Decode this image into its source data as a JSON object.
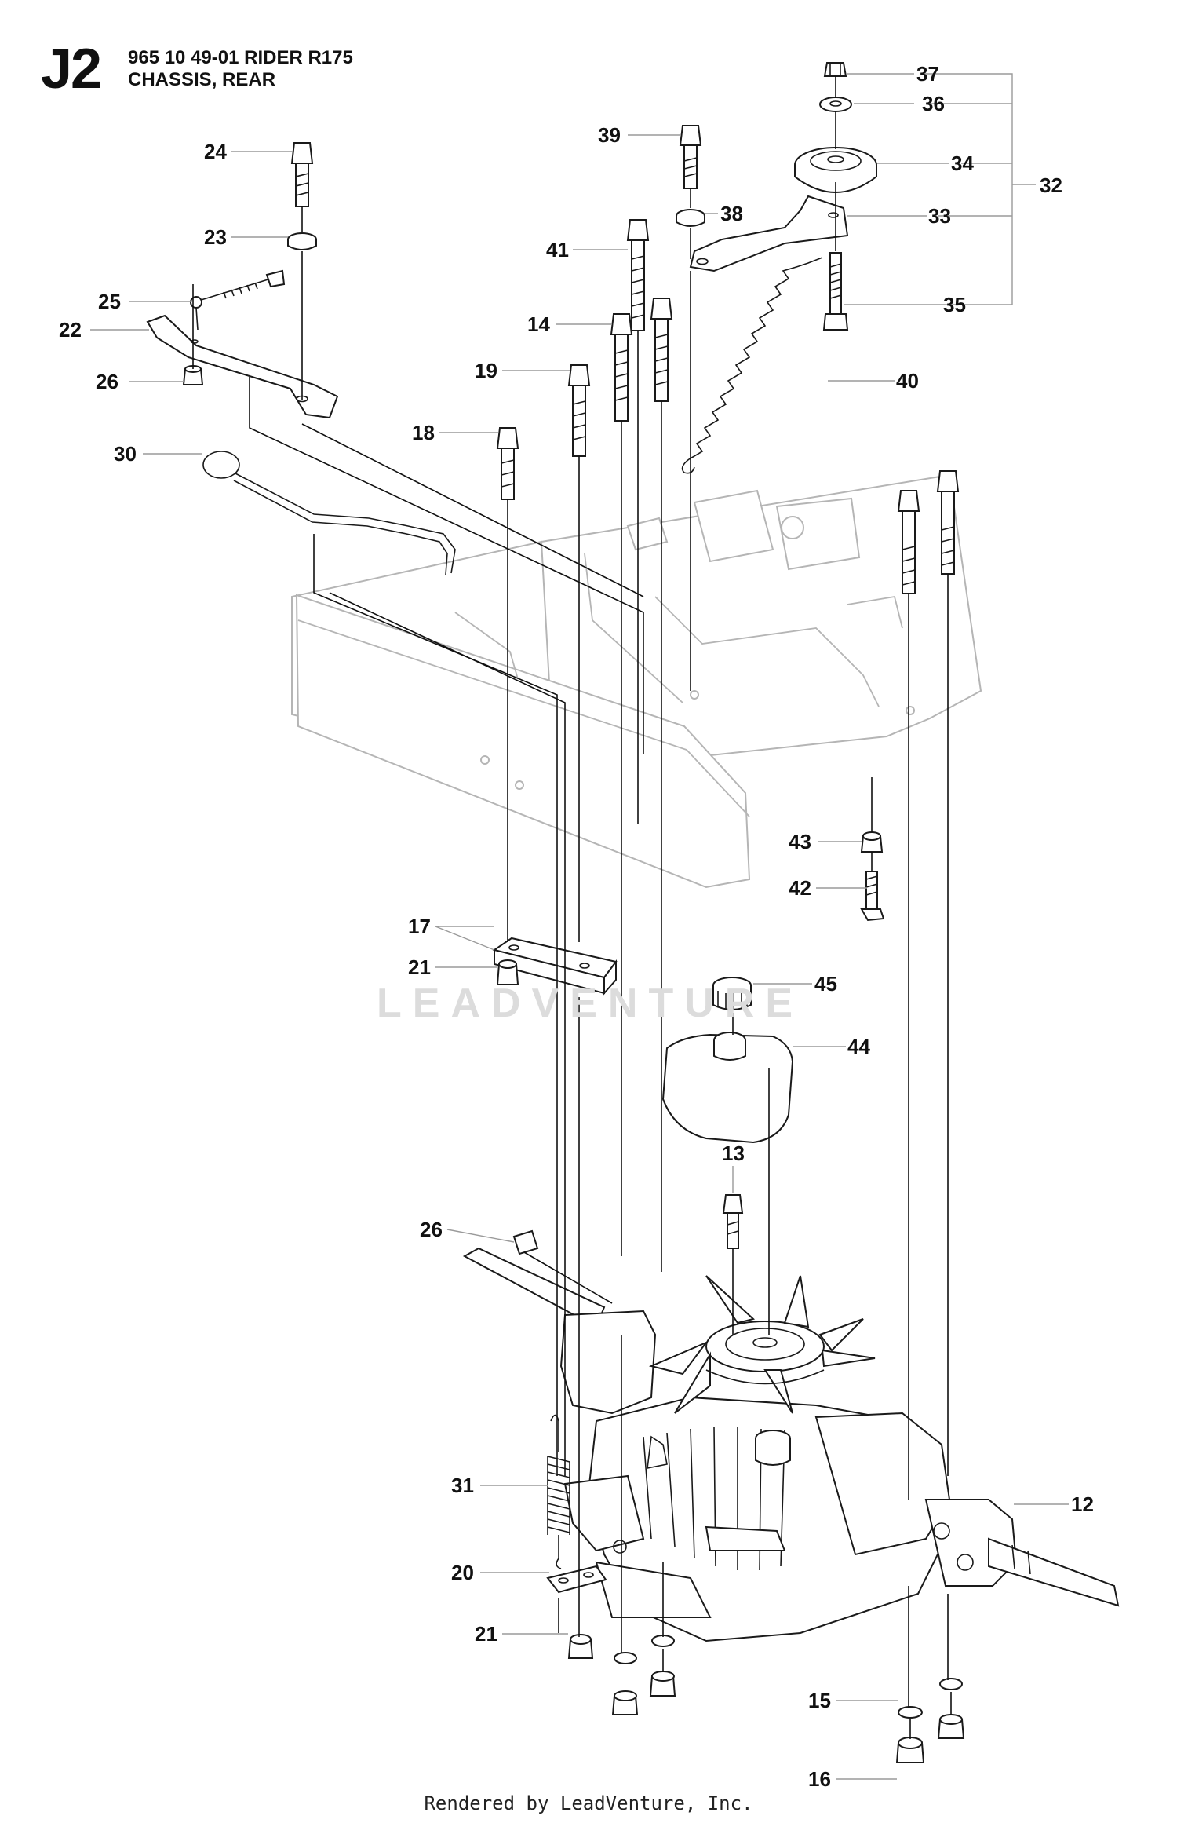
{
  "header": {
    "section_code": "J2",
    "model_line": "965 10 49-01 RIDER R175",
    "section_name": "CHASSIS, REAR"
  },
  "watermark": "LEADVENTURE",
  "footer": "Rendered by LeadVenture, Inc.",
  "callouts": [
    "37",
    "36",
    "34",
    "32",
    "33",
    "35",
    "39",
    "38",
    "41",
    "14",
    "40",
    "24",
    "23",
    "25",
    "22",
    "26",
    "19",
    "18",
    "30",
    "43",
    "42",
    "17",
    "21",
    "45",
    "44",
    "13",
    "26",
    "31",
    "12",
    "20",
    "21",
    "15",
    "16"
  ]
}
